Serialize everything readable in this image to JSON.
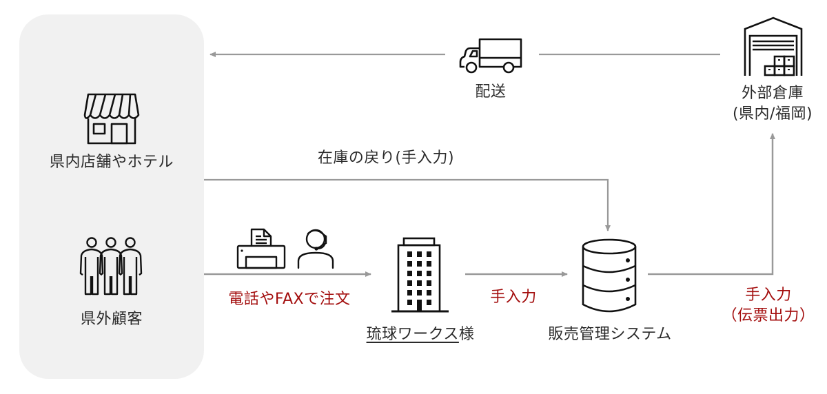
{
  "nodes": {
    "stores": {
      "label": "県内店舗やホテル",
      "icon": "store-icon"
    },
    "outside_customers": {
      "label": "県外顧客",
      "icon": "people-icon"
    },
    "ryukyu_works": {
      "label_underlined": "琉球ワークス",
      "label_suffix": "様",
      "icon": "office-building-icon"
    },
    "sales_system": {
      "label": "販売管理システム",
      "icon": "database-icon"
    },
    "warehouse": {
      "label_line1": "外部倉庫",
      "label_line2": "(県内/福岡)",
      "icon": "warehouse-icon"
    },
    "delivery": {
      "label": "配送",
      "icon": "truck-icon"
    }
  },
  "edges": {
    "order": {
      "label": "電話やFAX で注文",
      "text": "電話やFAXで注文",
      "icons": [
        "fax-icon",
        "headset-operator-icon"
      ]
    },
    "manual_input": {
      "label": "手入力"
    },
    "slip_output": {
      "line1": "手入力",
      "line2": "（伝票出力）"
    },
    "stock_return": {
      "label": "在庫の戻り(手入力)"
    }
  },
  "colors": {
    "accent_red": "#a30d0d",
    "arrow_gray": "#999999",
    "panel_gray": "#f1f1f1",
    "stroke": "#111111"
  }
}
